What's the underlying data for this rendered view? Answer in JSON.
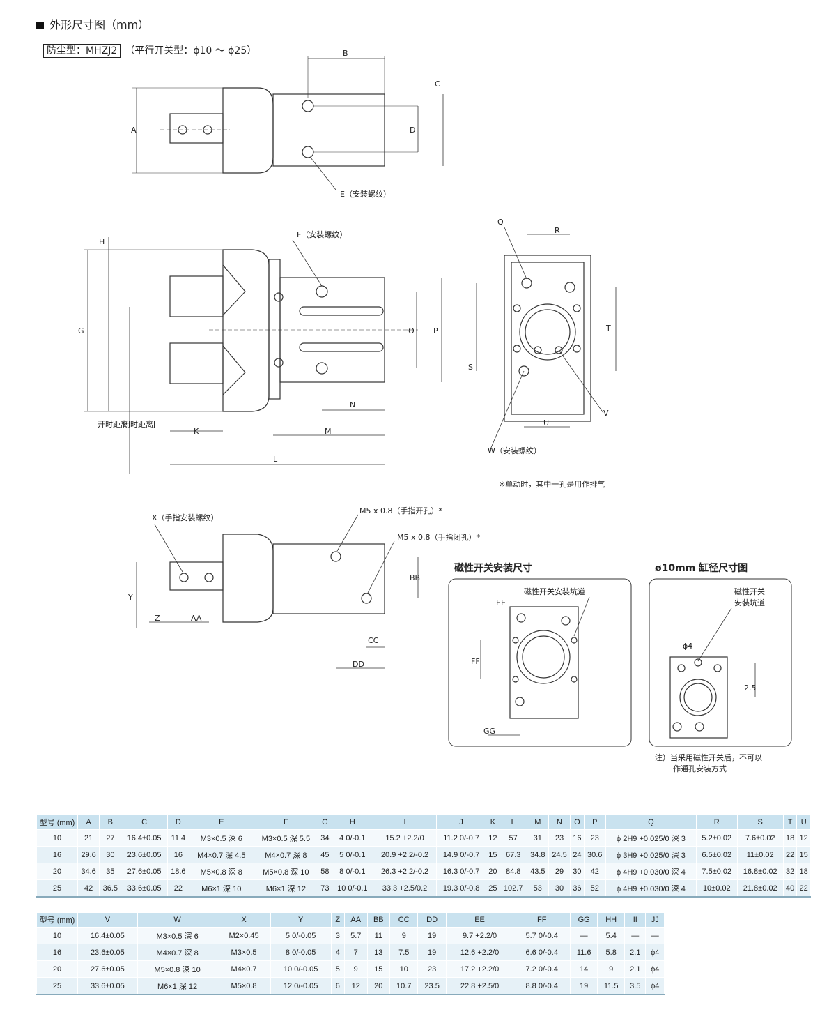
{
  "header": {
    "title": "外形尺寸图（mm）"
  },
  "model": {
    "box": "防尘型：MHZJ2",
    "suffix": "（平行开关型：ϕ10 ～ ϕ25）"
  },
  "labels": {
    "A": "A",
    "B": "B",
    "C": "C",
    "D": "D",
    "E": "E（安装螺纹）",
    "F": "F（安装螺纹）",
    "G": "G",
    "H": "H",
    "I": "开时距离I",
    "J": "闭时距离J",
    "K": "K",
    "L": "L",
    "M": "M",
    "N": "N",
    "O": "O",
    "P": "P",
    "Q": "Q",
    "R": "R",
    "S": "S",
    "T": "T",
    "U": "U",
    "V": "V",
    "W": "W（安装螺纹）",
    "X": "X（手指安装螺纹）",
    "M5a": "M5 x 0.8（手指开孔）*",
    "M5b": "M5 x 0.8（手指闭孔）*",
    "Y": "Y",
    "Z": "Z",
    "AA": "AA",
    "BB": "BB",
    "CC": "CC",
    "DD": "DD",
    "EE": "EE",
    "FF": "FF",
    "GG": "GG",
    "groove1": "磁性开关安装坑道",
    "groove2a": "磁性开关",
    "groove2b": "安装坑道",
    "phi4": "ϕ4",
    "dim25": "2.5"
  },
  "notes": {
    "exhaust": "※单动时，其中一孔是用作排气",
    "sw_title": "磁性开关安装尺寸",
    "bore_title": "ø10mm 缸径尺寸图",
    "footnote1": "注）当采用磁性开关后，不可以",
    "footnote2": "作通孔安装方式"
  },
  "table1": {
    "headers": [
      "型号 (mm)",
      "A",
      "B",
      "C",
      "D",
      "E",
      "F",
      "G",
      "H",
      "I",
      "J",
      "K",
      "L",
      "M",
      "N",
      "O",
      "P",
      "Q",
      "R",
      "S",
      "T",
      "U"
    ],
    "rows": [
      [
        "10",
        "21",
        "27",
        "16.4±0.05",
        "11.4",
        "M3×0.5 深 6",
        "M3×0.5 深 5.5",
        "34",
        "4 0/-0.1",
        "15.2 +2.2/0",
        "11.2 0/-0.7",
        "12",
        "57",
        "31",
        "23",
        "16",
        "23",
        "ϕ 2H9 +0.025/0 深 3",
        "5.2±0.02",
        "7.6±0.02",
        "18",
        "12"
      ],
      [
        "16",
        "29.6",
        "30",
        "23.6±0.05",
        "16",
        "M4×0.7 深 4.5",
        "M4×0.7 深 8",
        "45",
        "5 0/-0.1",
        "20.9 +2.2/-0.2",
        "14.9 0/-0.7",
        "15",
        "67.3",
        "34.8",
        "24.5",
        "24",
        "30.6",
        "ϕ 3H9 +0.025/0 深 3",
        "6.5±0.02",
        "11±0.02",
        "22",
        "15"
      ],
      [
        "20",
        "34.6",
        "35",
        "27.6±0.05",
        "18.6",
        "M5×0.8 深 8",
        "M5×0.8 深 10",
        "58",
        "8 0/-0.1",
        "26.3 +2.2/-0.2",
        "16.3 0/-0.7",
        "20",
        "84.8",
        "43.5",
        "29",
        "30",
        "42",
        "ϕ 4H9 +0.030/0 深 4",
        "7.5±0.02",
        "16.8±0.02",
        "32",
        "18"
      ],
      [
        "25",
        "42",
        "36.5",
        "33.6±0.05",
        "22",
        "M6×1 深 10",
        "M6×1 深 12",
        "73",
        "10 0/-0.1",
        "33.3 +2.5/0.2",
        "19.3 0/-0.8",
        "25",
        "102.7",
        "53",
        "30",
        "36",
        "52",
        "ϕ 4H9 +0.030/0 深 4",
        "10±0.02",
        "21.8±0.02",
        "40",
        "22"
      ]
    ]
  },
  "table2": {
    "headers": [
      "型号 (mm)",
      "V",
      "W",
      "X",
      "Y",
      "Z",
      "AA",
      "BB",
      "CC",
      "DD",
      "EE",
      "FF",
      "GG",
      "HH",
      "II",
      "JJ"
    ],
    "rows": [
      [
        "10",
        "16.4±0.05",
        "M3×0.5 深 6",
        "M2×0.45",
        "5 0/-0.05",
        "3",
        "5.7",
        "11",
        "9",
        "19",
        "9.7 +2.2/0",
        "5.7 0/-0.4",
        "—",
        "5.4",
        "—",
        "—"
      ],
      [
        "16",
        "23.6±0.05",
        "M4×0.7 深 8",
        "M3×0.5",
        "8 0/-0.05",
        "4",
        "7",
        "13",
        "7.5",
        "19",
        "12.6 +2.2/0",
        "6.6 0/-0.4",
        "11.6",
        "5.8",
        "2.1",
        "ϕ4"
      ],
      [
        "20",
        "27.6±0.05",
        "M5×0.8 深 10",
        "M4×0.7",
        "10 0/-0.05",
        "5",
        "9",
        "15",
        "10",
        "23",
        "17.2 +2.2/0",
        "7.2 0/-0.4",
        "14",
        "9",
        "2.1",
        "ϕ4"
      ],
      [
        "25",
        "33.6±0.05",
        "M6×1 深 12",
        "M5×0.8",
        "12 0/-0.05",
        "6",
        "12",
        "20",
        "10.7",
        "23.5",
        "22.8 +2.5/0",
        "8.8 0/-0.4",
        "19",
        "11.5",
        "3.5",
        "ϕ4"
      ]
    ]
  }
}
